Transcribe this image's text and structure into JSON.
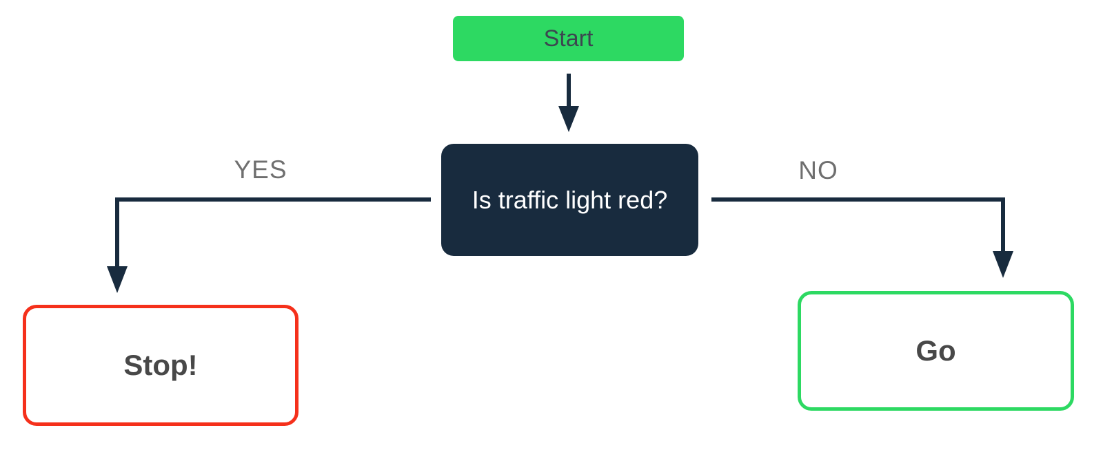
{
  "colors": {
    "green": "#2DD962",
    "navy": "#182B3E",
    "red": "#F5301B",
    "gray": "#6F6F6F",
    "start-text": "#3C4650",
    "terminal-text": "#484848",
    "white": "#FFFFFF"
  },
  "nodes": {
    "start": {
      "label": "Start"
    },
    "decision": {
      "label": "Is traffic light red?"
    },
    "stop": {
      "label": "Stop!"
    },
    "go": {
      "label": "Go"
    }
  },
  "edges": {
    "start_to_decision": {
      "label": ""
    },
    "yes": {
      "label": "YES",
      "from": "decision",
      "to": "stop"
    },
    "no": {
      "label": "NO",
      "from": "decision",
      "to": "go"
    }
  }
}
